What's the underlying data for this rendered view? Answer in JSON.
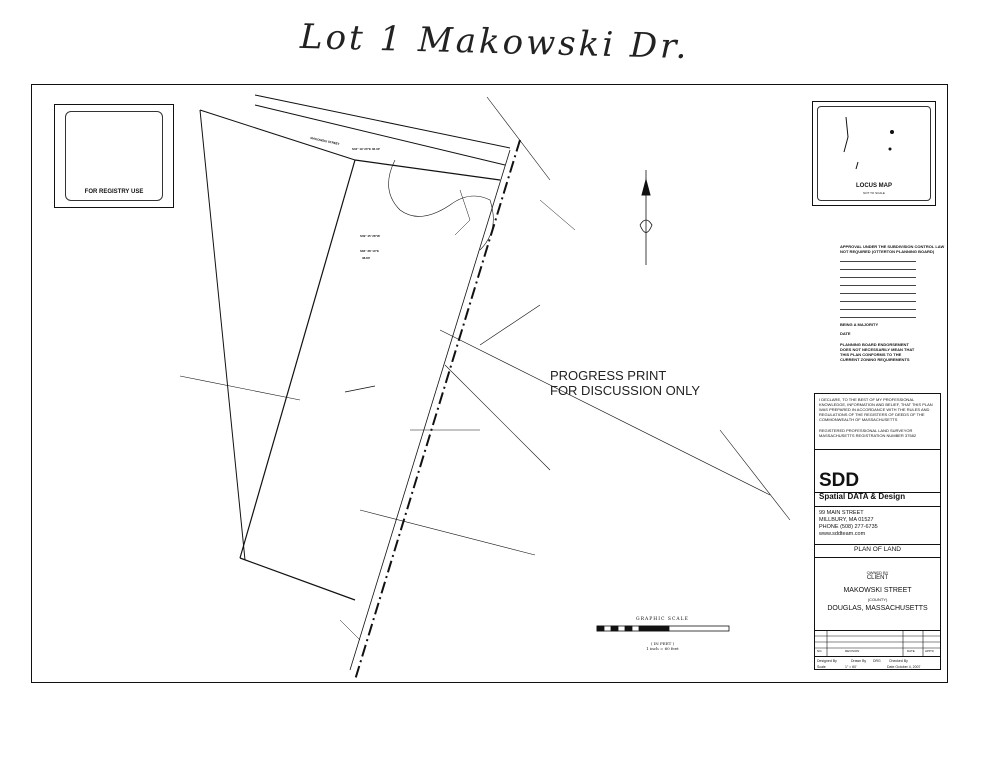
{
  "handwritten_note": "Lot 1 Makowski Dr.",
  "registry_box": {
    "label": "FOR REGISTRY USE"
  },
  "locus_map": {
    "title": "LOCUS MAP",
    "scale": "NOT TO SCALE"
  },
  "approval": {
    "heading": "APPROVAL UNDER THE SUBDIVISION CONTROL LAW NOT REQUIRED (OTTERTON PLANNING BOARD)",
    "majority": "BEING A MAJORITY",
    "date": "DATE",
    "endorsement": "PLANNING BOARD ENDORSEMENT DOES NOT NECESSARILY MEAN THAT THIS PLAN CONFORMS TO THE CURRENT ZONING REQUIREMENTS"
  },
  "watermark": {
    "line1": "PROGRESS PRINT",
    "line2": "FOR DISCUSSION ONLY"
  },
  "declaration": {
    "text": "I DECLARE, TO THE BEST OF MY PROFESSIONAL KNOWLEDGE, INFORMATION AND BELIEF, THAT THIS PLAN WAS PREPARED IN ACCORDANCE WITH THE RULES AND REGULATIONS OF THE REGISTERS OF DEEDS OF THE COMMONWEALTH OF MASSACHUSETTS",
    "signature": "REGISTERED PROFESSIONAL LAND SURVEYOR MASSACHUSETTS REGISTRATION NUMBER 37582"
  },
  "company": {
    "logo": "SDD",
    "name": "Spatial DATA & Design",
    "address1": "99 MAIN STREET",
    "address2": "MILLBURY, MA 01527",
    "phone": "PHONE (508) 277-6735",
    "web": "www.sddteam.com"
  },
  "plan": {
    "title": "PLAN OF LAND",
    "owned_by": "OWNED BY",
    "owner": "CLIENT",
    "street": "MAKOWSKI STREET",
    "county": "(COUNTY)",
    "town": "DOUGLAS, MASSACHUSETTS"
  },
  "revision_table": {
    "col_no": "NO.",
    "col_revision": "REVISION",
    "col_date": "DATE",
    "col_appd": "APP'D"
  },
  "bottom_row": [
    "Designed By",
    "Drawn By",
    "DRG",
    "Checked By",
    "Scale",
    "1\" = 60'",
    "Date October 4, 2007"
  ],
  "graphic_scale": {
    "label": "GRAPHIC SCALE",
    "units": "( IN FEET )",
    "ratio": "1 inch = 60 feet"
  },
  "road_label": "MAKOWSKI STREET",
  "bearings": [
    "S04° 19' 20\"E 36.30'",
    "S09° 45' 28\"W",
    "S84° 38' 13\"E",
    "38.83'"
  ]
}
